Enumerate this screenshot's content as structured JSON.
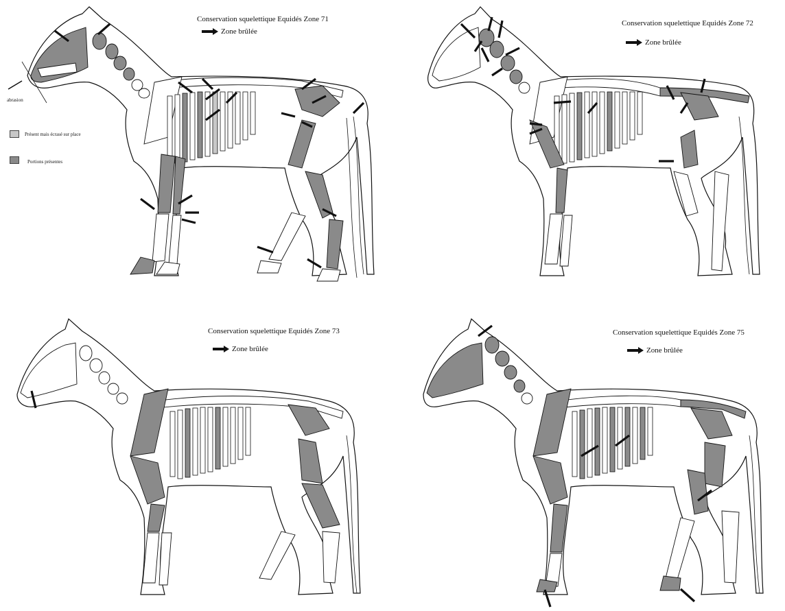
{
  "panels": [
    {
      "id": "zone71",
      "title": "Conservation squelettique Equidés Zone 71",
      "burned_label": "Zone brûlée",
      "legend": [
        {
          "label": "Présent mais écrasé sur place",
          "color": "#c8c8c8"
        },
        {
          "label": "Portions présentes",
          "color": "#8a8a8a"
        }
      ],
      "annotation": "abrasion"
    },
    {
      "id": "zone72",
      "title": "Conservation squelettique Equidés Zone 72",
      "burned_label": "Zone brûlée"
    },
    {
      "id": "zone73",
      "title": "Conservation squelettique Equidés Zone 73",
      "burned_label": "Zone brûlée"
    },
    {
      "id": "zone75",
      "title": "Conservation squelettique Equidés Zone 75",
      "burned_label": "Zone brûlée"
    }
  ],
  "colors": {
    "present": "#8a8a8a",
    "crushed": "#c8c8c8",
    "burned_arrow": "#111111",
    "outline": "#111111"
  }
}
